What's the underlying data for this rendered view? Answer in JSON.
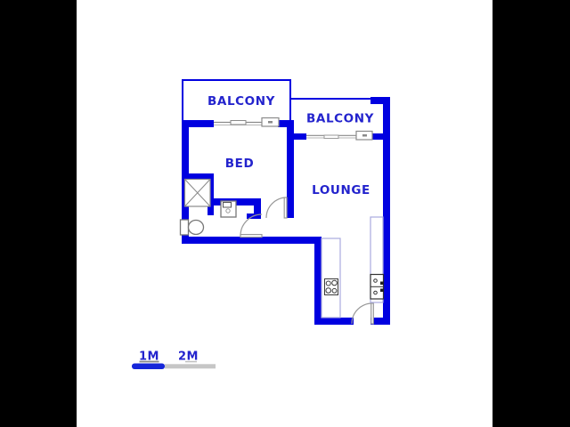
{
  "colors": {
    "background": "#000000",
    "paper": "#ffffff",
    "wall": "#0000e0",
    "label_text": "#2323cd",
    "window_gray": "#8a8a8a",
    "fixture_gray": "#777777",
    "appliance_dark": "#3a3a3a",
    "counter_light": "#a9aade",
    "scale_blue": "#1626d9",
    "scale_gray": "#c6c6c6"
  },
  "rooms": {
    "balcony_left": {
      "label": "BALCONY"
    },
    "balcony_right": {
      "label": "BALCONY"
    },
    "bedroom": {
      "label": "BED"
    },
    "lounge": {
      "label": "LOUNGE"
    }
  },
  "fixtures": [
    "shower",
    "toilet",
    "washbasin",
    "stove-hob",
    "double-sink",
    "kitchen-counter-left",
    "kitchen-counter-right",
    "bathroom-door",
    "bedroom-door",
    "kitchen-door",
    "bedroom-window",
    "lounge-window"
  ],
  "scale_bar": {
    "label_1m": "1M",
    "label_2m": "2M"
  }
}
